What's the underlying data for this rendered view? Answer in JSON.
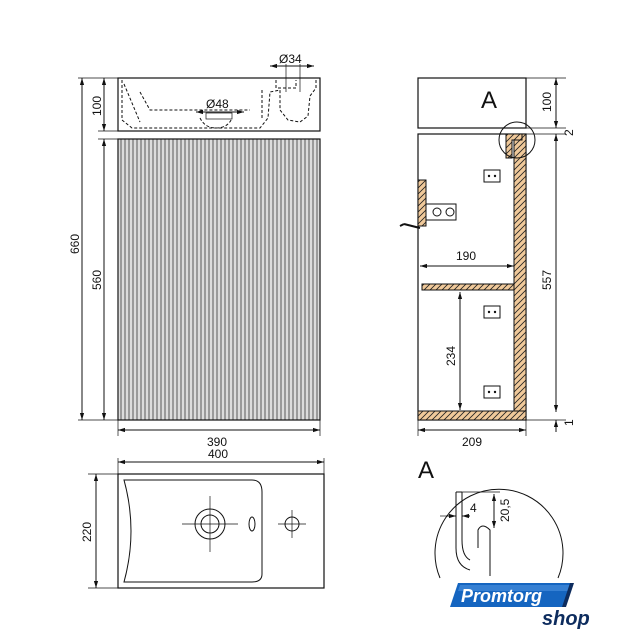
{
  "front_view": {
    "dim_diameter_outlet": "Ø34",
    "dim_diameter_drain": "Ø48",
    "dim_total_height": "660",
    "dim_basin_height": "100",
    "dim_cabinet_height": "560",
    "dim_cabinet_width": "390"
  },
  "side_view": {
    "dim_top": "100",
    "dim_gap": "2",
    "dim_inner_height": "557",
    "dim_bottom": "1",
    "dim_shelf_depth": "190",
    "dim_shelf_height": "234",
    "dim_depth": "209",
    "detail_marker": "A"
  },
  "top_view": {
    "dim_width": "400",
    "dim_depth": "220"
  },
  "detail_a": {
    "label": "A",
    "dim_thickness": "4",
    "dim_height": "20,5"
  },
  "brand": {
    "name_top": "Promtorg",
    "name_bottom": "shop",
    "color_primary": "#1565c0",
    "color_dark": "#0d2c5e"
  }
}
